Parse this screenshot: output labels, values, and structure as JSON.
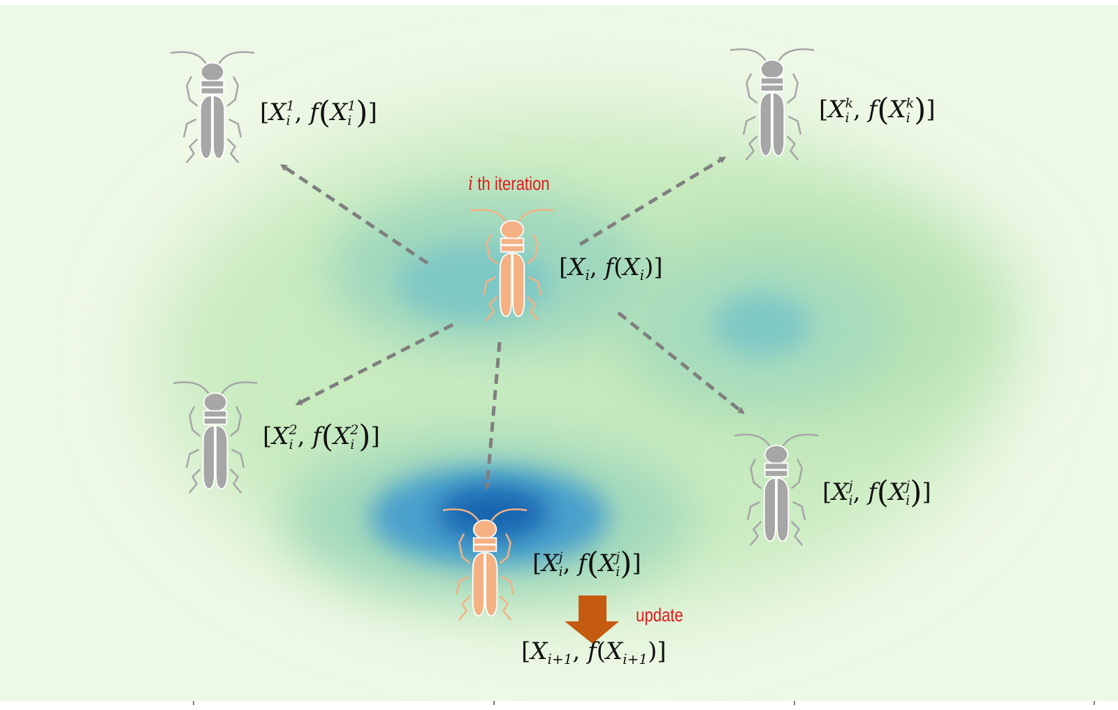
{
  "colors": {
    "background": "#eef8e6",
    "inactive_beetle": "#a6a6a6",
    "active_beetle": "#f4b183",
    "arrow": "#7f7f7f",
    "update_arrow": "#c55a11",
    "annotation": "#e31a1c"
  },
  "icons": {
    "beetle": "beetle-icon",
    "update_arrow": "arrow-down-icon"
  },
  "labels": {
    "iteration_var": "i",
    "iteration_text": " th iteration",
    "update": "update"
  },
  "nodes": {
    "current": {
      "symbol": "X",
      "sub": "i"
    },
    "candidate_1": {
      "symbol": "X",
      "sub": "i",
      "sup": "1"
    },
    "candidate_2": {
      "symbol": "X",
      "sub": "i",
      "sup": "2"
    },
    "candidate_k": {
      "symbol": "X",
      "sub": "i",
      "sup": "k"
    },
    "candidate_j": {
      "symbol": "X",
      "sub": "i",
      "sup": "j"
    },
    "best": {
      "symbol": "X",
      "sub": "i",
      "sup": "j"
    },
    "next": {
      "symbol": "X",
      "sub": "i+1"
    }
  },
  "function_symbol": "f"
}
